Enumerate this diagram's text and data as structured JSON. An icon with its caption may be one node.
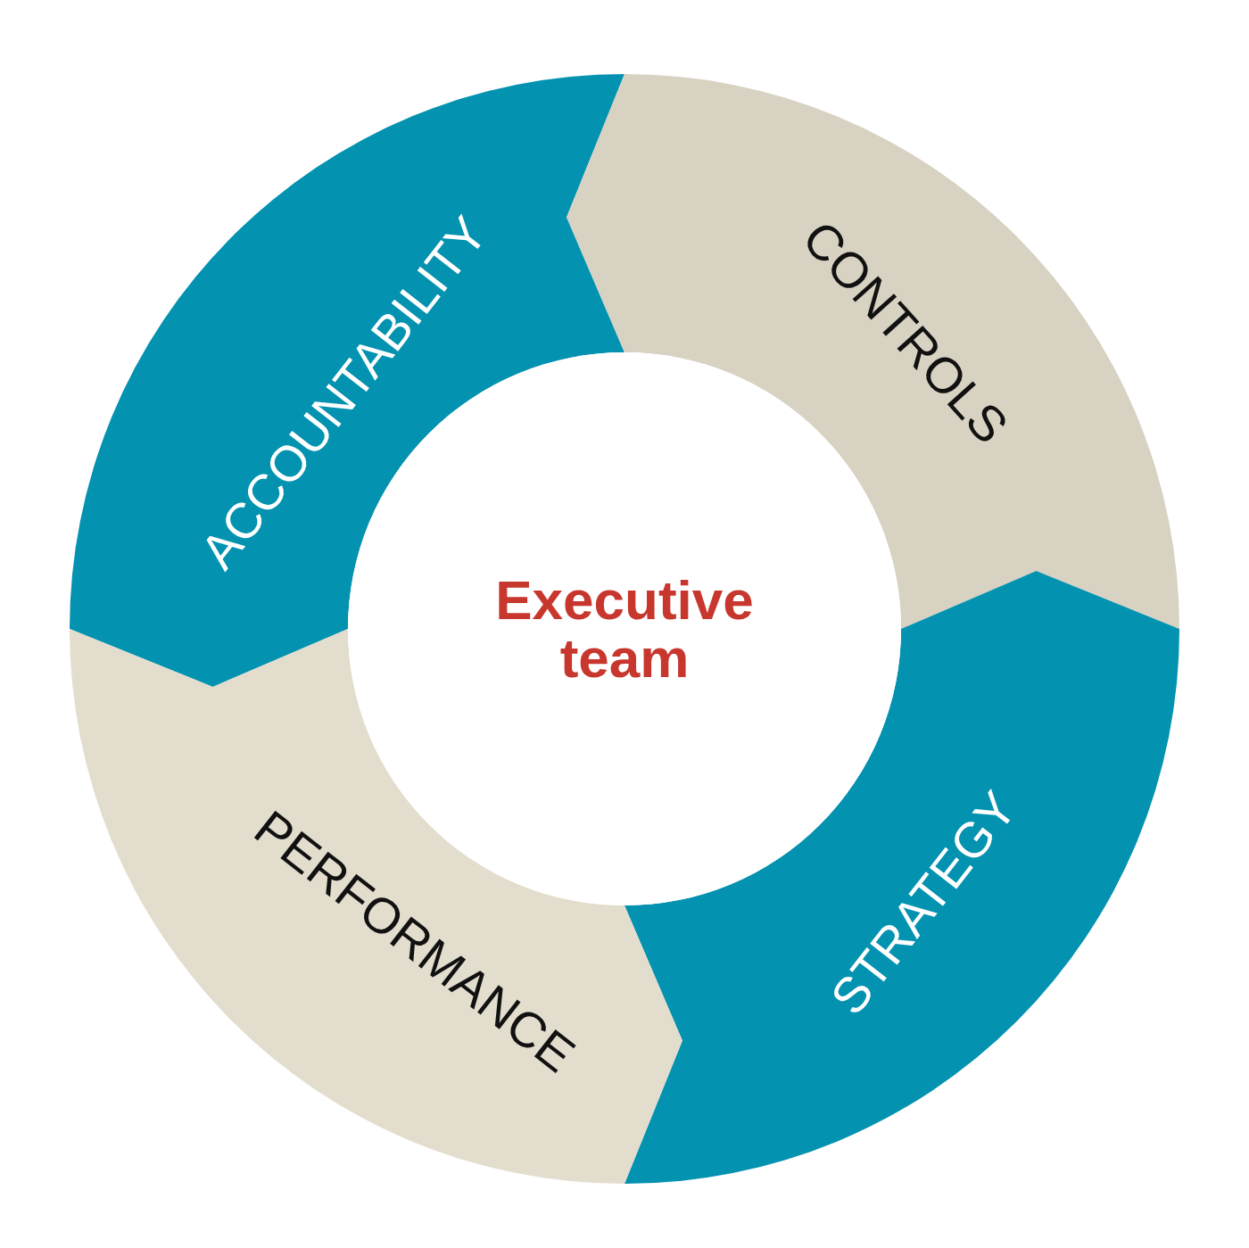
{
  "diagram": {
    "nodes": [
      {
        "text": [
          "Executive team"
        ]
      },
      {
        "text": [
          "ACCOUNTABILITY"
        ]
      },
      {
        "text": [
          "CONTROLS"
        ]
      },
      {
        "text": [
          "STRATEGY"
        ]
      },
      {
        "text": [
          "PERFORMANCE"
        ]
      }
    ]
  }
}
